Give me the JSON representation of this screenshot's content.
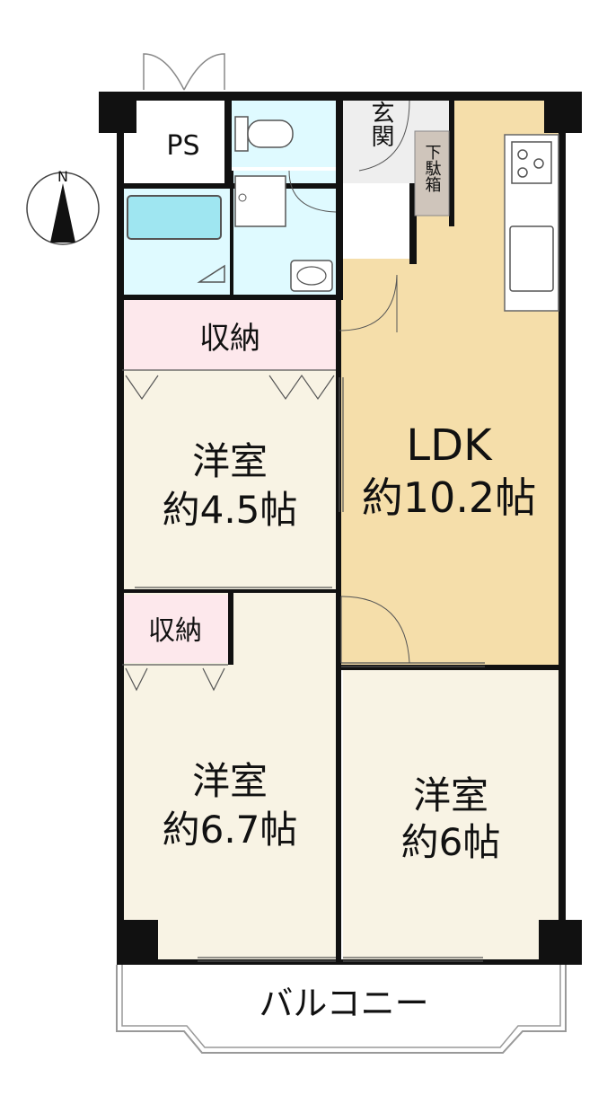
{
  "floorplan": {
    "compass_label": "N",
    "rooms": {
      "ps": {
        "label": "PS"
      },
      "entrance": {
        "label": "玄関"
      },
      "shoe_box": {
        "label": "下駄箱"
      },
      "storage_upper": {
        "label": "収納"
      },
      "western_room_upper": {
        "name": "洋室",
        "area": "約4.5帖"
      },
      "ldk": {
        "name": "LDK",
        "area": "約10.2帖"
      },
      "storage_lower": {
        "label": "収納"
      },
      "western_room_lower_left": {
        "name": "洋室",
        "area": "約6.7帖"
      },
      "western_room_lower_right": {
        "name": "洋室",
        "area": "約6帖"
      },
      "balcony": {
        "label": "バルコニー"
      }
    },
    "colors": {
      "wall": "#111111",
      "ldk_floor": "#f5deaa",
      "room_floor": "#f8f3e4",
      "wet_area": "#dffaff",
      "storage": "#fde8ec",
      "entrance_tile": "#eeeeee",
      "shoe_box": "#cfc5bb"
    }
  }
}
